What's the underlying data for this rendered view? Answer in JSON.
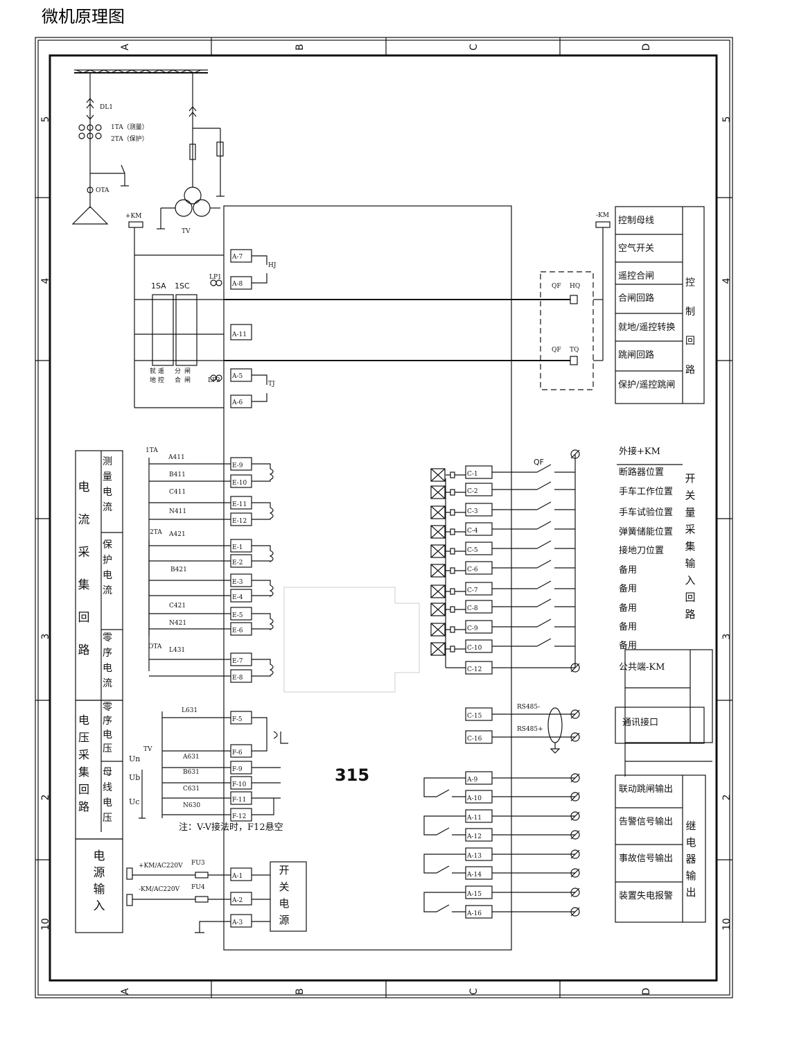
{
  "page_title": "微机原理图",
  "frame": {
    "cols": [
      "A",
      "B",
      "C",
      "D"
    ],
    "rows_left": [
      "5",
      "4",
      "3",
      "2",
      "10"
    ],
    "rows_right": [
      "5",
      "4",
      "3",
      "2",
      "10"
    ]
  },
  "device_label": "315",
  "primary": {
    "dl": "DL1",
    "ta1": "1TA（测量）",
    "ta2": "2TA（保护）",
    "ota": "OTA",
    "tv": "TV",
    "km_plus": "+KM",
    "km_minus": "-KM"
  },
  "control": {
    "sa": "1SA",
    "sc": "1SC",
    "lp1": "LP1",
    "lp2": "LP2",
    "hj": "HJ",
    "tj": "TJ",
    "sub_labels": [
      "就",
      "地",
      "遥",
      "控",
      "分",
      "合",
      "闸",
      "闸"
    ],
    "terminals": [
      "A-7",
      "A-8",
      "A-11",
      "A-5",
      "A-6"
    ],
    "qf_hq": [
      "QF",
      "HQ"
    ],
    "qf_tq": [
      "QF",
      "TQ"
    ],
    "right_rows": [
      "控制母线",
      "空气开关",
      "遥控合闸",
      "合闸回路",
      "就地/遥控转换",
      "跳闸回路",
      "保护/遥控跳闸"
    ],
    "right_side": [
      "控",
      "制",
      "回",
      "路"
    ]
  },
  "current": {
    "left_group": [
      "电",
      "流",
      "采",
      "集",
      "回",
      "路"
    ],
    "sub1": [
      "测",
      "量",
      "电",
      "流"
    ],
    "sub2": [
      "保",
      "护",
      "电",
      "流"
    ],
    "sub3": [
      "零",
      "序",
      "电",
      "流"
    ],
    "ta1": "1TA",
    "ta2": "2TA",
    "ota": "OTA",
    "wires": [
      "A411",
      "B411",
      "C411",
      "N411",
      "A421",
      "B421",
      "C421",
      "N421",
      "L431"
    ],
    "terminals": [
      "E-9",
      "E-10",
      "E-11",
      "E-12",
      "E-1",
      "E-2",
      "E-3",
      "E-4",
      "E-5",
      "E-6",
      "E-7",
      "E-8"
    ]
  },
  "voltage": {
    "left_group": [
      "电",
      "压",
      "采",
      "集",
      "回",
      "路"
    ],
    "sub1": [
      "零",
      "序",
      "电",
      "压"
    ],
    "sub2": [
      "母",
      "线",
      "电",
      "压"
    ],
    "wires": [
      "L631",
      "A631",
      "B631",
      "C631",
      "N630"
    ],
    "tv": "TV",
    "phases": [
      "Un",
      "Ub",
      "Uc"
    ],
    "terminals": [
      "F-5",
      "F-6",
      "F-9",
      "F-10",
      "F-11",
      "F-12"
    ],
    "note": "注：V-V接法时，F12悬空"
  },
  "power": {
    "left_group": [
      "电",
      "源",
      "输",
      "入"
    ],
    "plus": "+KM/AC220V",
    "minus": "-KM/AC220V",
    "fu3": "FU3",
    "fu4": "FU4",
    "terminals": [
      "A-1",
      "A-2",
      "A-3"
    ],
    "box": [
      "开",
      "关",
      "电",
      "源"
    ]
  },
  "binary": {
    "qf": "QF",
    "terminals": [
      "C-1",
      "C-2",
      "C-3",
      "C-4",
      "C-5",
      "C-6",
      "C-7",
      "C-8",
      "C-9",
      "C-10",
      "C-12"
    ],
    "top_label": "外接+KM",
    "rows": [
      "断路器位置",
      "手车工作位置",
      "手车试验位置",
      "弹簧储能位置",
      "接地刀位置",
      "备用",
      "备用",
      "备用",
      "备用",
      "备用"
    ],
    "common": "公共端-KM",
    "side": [
      "开",
      "关",
      "量",
      "采",
      "集",
      "输",
      "入",
      "回",
      "路"
    ]
  },
  "comm": {
    "terminals": [
      "C-15",
      "C-16"
    ],
    "rs_minus": "RS485-",
    "rs_plus": "RS485+",
    "label": "通讯接口"
  },
  "relay": {
    "terminals": [
      "A-9",
      "A-10",
      "A-11",
      "A-12",
      "A-13",
      "A-14",
      "A-15",
      "A-16"
    ],
    "rows": [
      "联动跳闸输出",
      "告警信号输出",
      "事故信号输出",
      "装置失电报警"
    ],
    "side": [
      "继",
      "电",
      "器",
      "输",
      "出"
    ]
  }
}
